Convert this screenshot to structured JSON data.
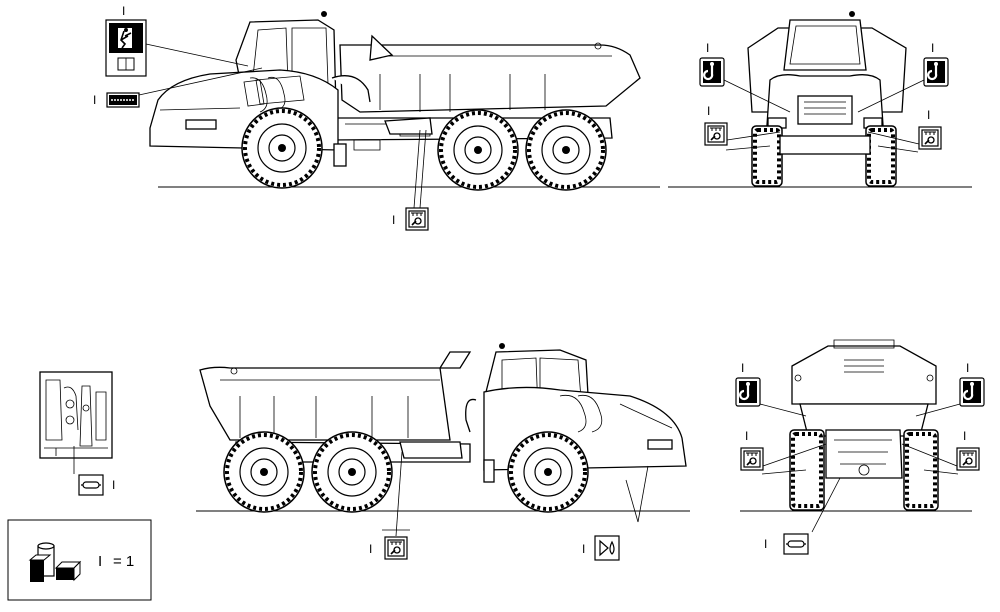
{
  "callouts": {
    "cab_exit_qty": "I",
    "warning_strip_qty": "I",
    "tow_point_side_qty": "I",
    "lift_hook_front_left_qty": "I",
    "lift_hook_front_right_qty": "I",
    "tie_down_front_left_qty": "I",
    "tie_down_front_right_qty": "I",
    "engine_bay_detail_qty": "I",
    "tie_down_rear_side_qty": "I",
    "fuel_decal_qty": "I",
    "lift_hook_rear_left_qty": "I",
    "lift_hook_rear_right_qty": "I",
    "tie_down_rear_left_qty": "I",
    "tie_down_rear_right_qty": "I",
    "rear_hitch_qty": "I"
  },
  "legend": {
    "symbol": "I",
    "equals": "= 1"
  }
}
